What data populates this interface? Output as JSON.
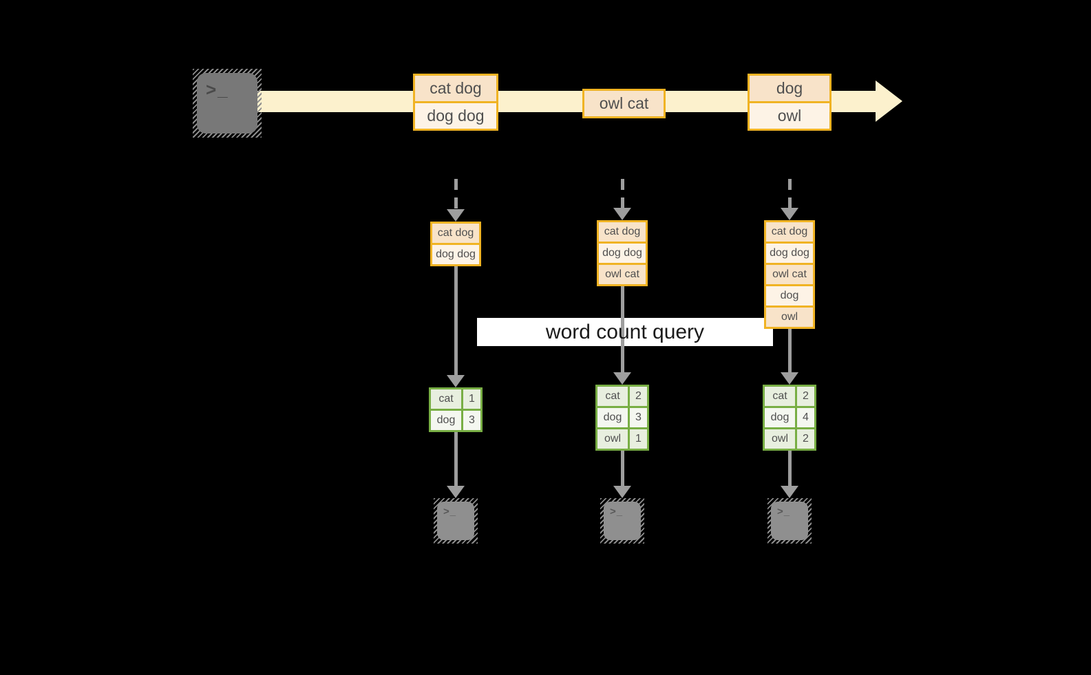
{
  "colors": {
    "background": "#000000",
    "stream_band": "#FCF1CD",
    "event_border": "#F0B323",
    "event_fill_dark": "#F8E3C9",
    "event_fill_light": "#FDF3E6",
    "table_border": "#78AE44",
    "table_fill_dark": "#E8EFDF",
    "table_fill_light": "#F4F7F0",
    "arrow": "#9E9E9E",
    "text": "#4F4F4F",
    "label_background": "#FFFFFF",
    "label_text": "#1A1A1A"
  },
  "icons": {
    "terminal_glyph": ">_"
  },
  "query_label": "word count query",
  "stream": {
    "source_icon": "terminal-icon",
    "events": [
      {
        "lines": [
          "cat dog",
          "dog dog"
        ]
      },
      {
        "lines": [
          "owl cat"
        ]
      },
      {
        "lines": [
          "dog",
          "owl"
        ]
      }
    ]
  },
  "columns": [
    {
      "input_lines": [
        "cat dog",
        "dog dog"
      ],
      "count_rows": [
        {
          "word": "cat",
          "value": "1"
        },
        {
          "word": "dog",
          "value": "3"
        }
      ],
      "sink_icon": "terminal-icon"
    },
    {
      "input_lines": [
        "cat dog",
        "dog dog",
        "owl cat"
      ],
      "count_rows": [
        {
          "word": "cat",
          "value": "2"
        },
        {
          "word": "dog",
          "value": "3"
        },
        {
          "word": "owl",
          "value": "1"
        }
      ],
      "sink_icon": "terminal-icon"
    },
    {
      "input_lines": [
        "cat dog",
        "dog dog",
        "owl cat",
        "dog",
        "owl"
      ],
      "count_rows": [
        {
          "word": "cat",
          "value": "2"
        },
        {
          "word": "dog",
          "value": "4"
        },
        {
          "word": "owl",
          "value": "2"
        }
      ],
      "sink_icon": "terminal-icon"
    }
  ]
}
